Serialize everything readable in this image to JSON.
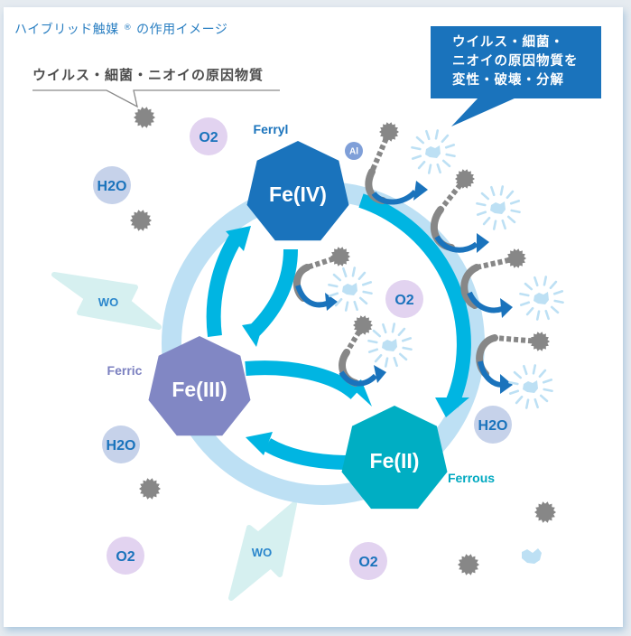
{
  "title": {
    "text": "ハイブリッド触媒",
    "mark": "®",
    "suffix": " の作用イメージ"
  },
  "callouts": {
    "left": "ウイルス・細菌・ニオイの原因物質",
    "right_lines": [
      "ウイルス・細菌・",
      "ニオイの原因物質を",
      "変性・破壊・分解"
    ]
  },
  "iron_states": [
    {
      "id": "fe4",
      "label": "Fe(IV)",
      "name": "Ferryl",
      "color": "#1a73bc",
      "name_color": "#1a73bc"
    },
    {
      "id": "fe3",
      "label": "Fe(III)",
      "name": "Ferric",
      "color": "#8187c4",
      "name_color": "#7b80c0"
    },
    {
      "id": "fe2",
      "label": "Fe(II)",
      "name": "Ferrous",
      "color": "#00aec3",
      "name_color": "#00a9c0"
    }
  ],
  "molecules": {
    "o2": "O2",
    "h2o": "H2O",
    "al": "Al",
    "wo": "WO"
  },
  "colors": {
    "ring_light": "#bde0f4",
    "ring_arrow": "#00b5e2",
    "reaction_arrow": "#1a73bc",
    "pathogen_gray": "#878787",
    "pathogen_destroyed": "#bde0f4",
    "o2_bg": "#e2d3f0",
    "h2o_bg": "#c6d2ea",
    "wo_bg": "#d6f0f0",
    "molecule_text": "#1a73bc"
  }
}
